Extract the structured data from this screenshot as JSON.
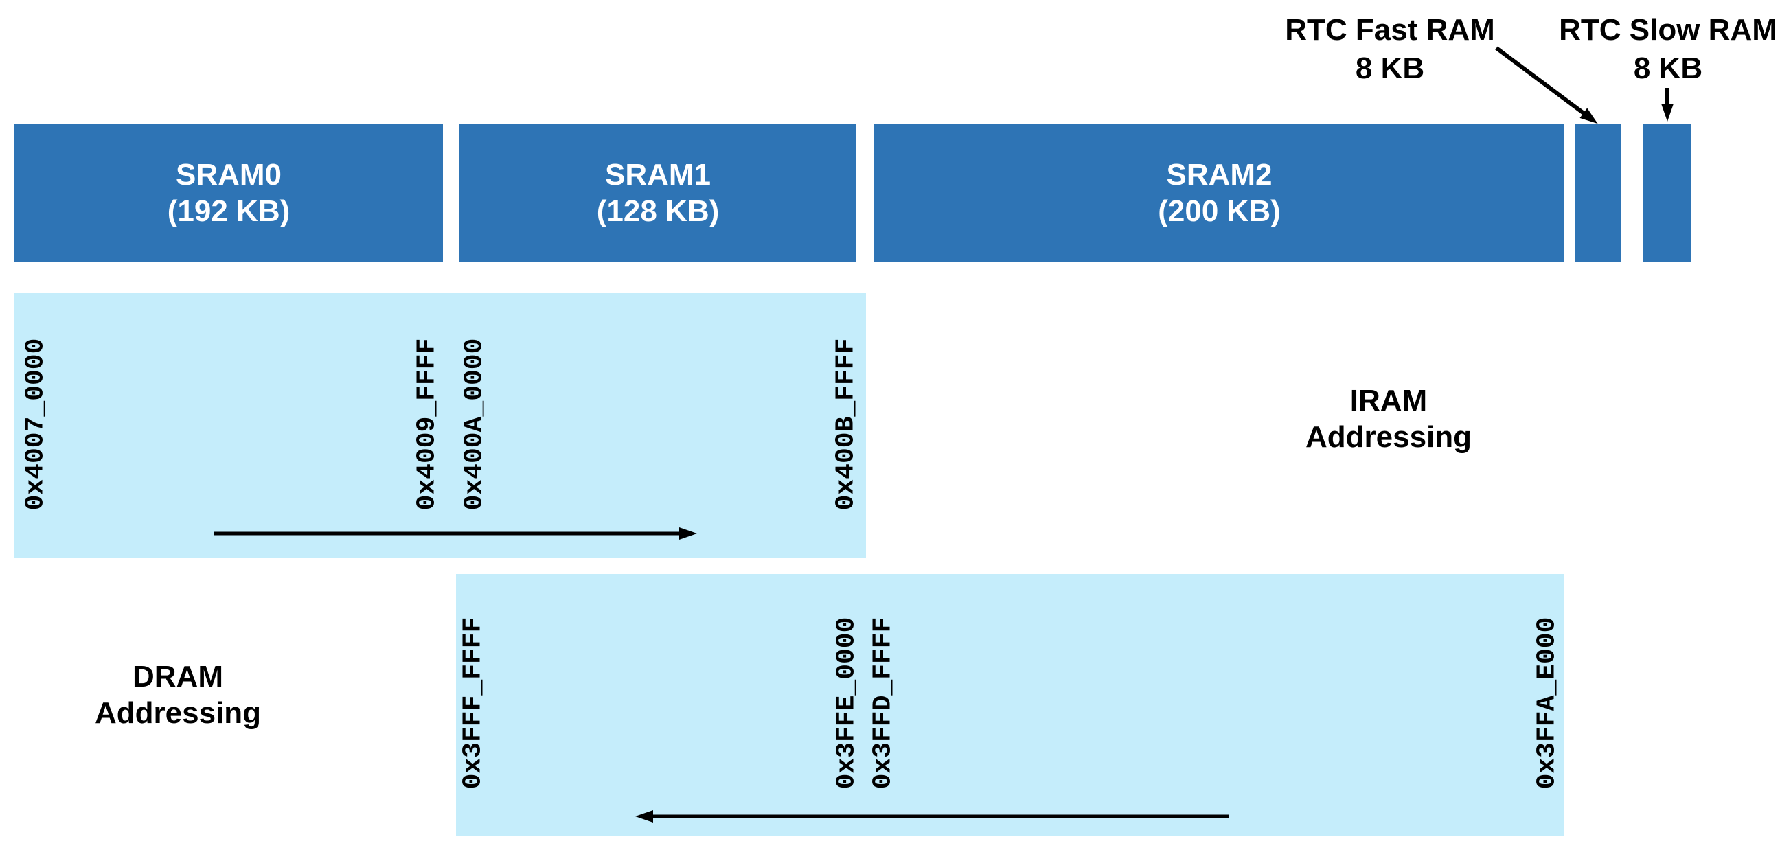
{
  "colors": {
    "bar_blue": "#2E74B5",
    "panel_blue": "#C5EDFB",
    "bar_text": "#FFFFFF",
    "text_black": "#000000"
  },
  "sram_blocks": [
    {
      "name": "SRAM0",
      "size": "(192 KB)"
    },
    {
      "name": "SRAM1",
      "size": "(128 KB)"
    },
    {
      "name": "SRAM2",
      "size": "(200 KB)"
    }
  ],
  "rtc_fast": {
    "name": "RTC Fast RAM",
    "size": "8 KB"
  },
  "rtc_slow": {
    "name": "RTC Slow RAM",
    "size": "8 KB"
  },
  "iram": {
    "label_line1": "IRAM",
    "label_line2": "Addressing",
    "addresses": [
      "0x4007_0000",
      "0x4009_FFFF",
      "0x400A_0000",
      "0x400B_FFFF"
    ]
  },
  "dram": {
    "label_line1": "DRAM",
    "label_line2": "Addressing",
    "addresses": [
      "0x3FFF_FFFF",
      "0x3FFE_0000",
      "0x3FFD_FFFF",
      "0x3FFA_E000"
    ]
  }
}
